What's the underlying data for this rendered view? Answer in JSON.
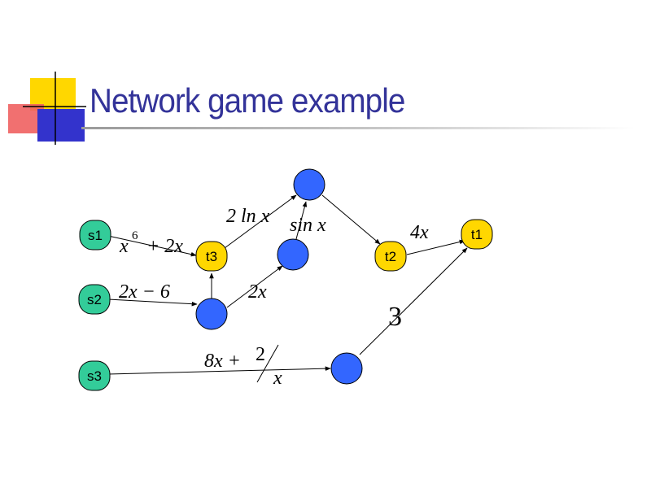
{
  "slide": {
    "title": "Network game example"
  },
  "nodes": {
    "s1": "s1",
    "s2": "s2",
    "s3": "s3",
    "t1": "t1",
    "t2": "t2",
    "t3": "t3"
  },
  "edge_costs": {
    "s1_t3": {
      "x": "x",
      "exp": "6",
      "rest": "+ 2x"
    },
    "s2_node": {
      "text": "2x − 6"
    },
    "t3_top": {
      "text": "2 ln x"
    },
    "middle_to_top": {
      "text": "sin x"
    },
    "lower_to_middle": {
      "text": "2x"
    },
    "t2_t1": {
      "text": "4x"
    },
    "s3_node": {
      "lead": "8x +",
      "num": "2",
      "den": "x"
    },
    "node_t1": {
      "text": "3"
    }
  },
  "colors": {
    "title": "#333399",
    "source_node": "#33cc99",
    "target_node": "#ffd700",
    "inner_node": "#3366ff"
  }
}
